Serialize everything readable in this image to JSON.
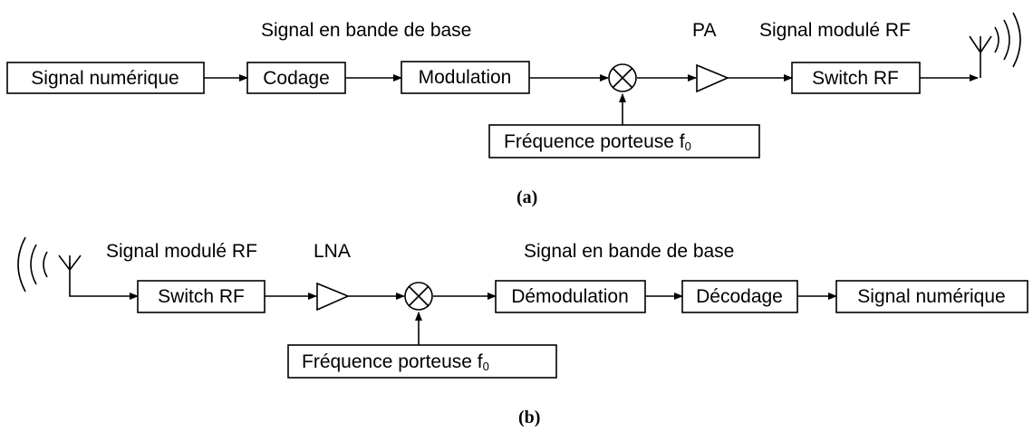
{
  "diagram_a": {
    "heading_baseband": "Signal en bande de base",
    "heading_pa": "PA",
    "heading_rf": "Signal modulé RF",
    "box_digital": "Signal numérique",
    "box_coding": "Codage",
    "box_modulation": "Modulation",
    "box_switch": "Switch RF",
    "box_carrier": "Fréquence porteuse f",
    "carrier_sub": "0",
    "caption": "(a)"
  },
  "diagram_b": {
    "heading_rf": "Signal modulé RF",
    "heading_lna": "LNA",
    "heading_baseband": "Signal en bande de base",
    "box_switch": "Switch RF",
    "box_demod": "Démodulation",
    "box_decode": "Décodage",
    "box_digital": "Signal numérique",
    "box_carrier": "Fréquence porteuse f",
    "carrier_sub": "0",
    "caption": "(b)"
  },
  "colors": {
    "stroke": "#000000",
    "background": "#ffffff"
  }
}
